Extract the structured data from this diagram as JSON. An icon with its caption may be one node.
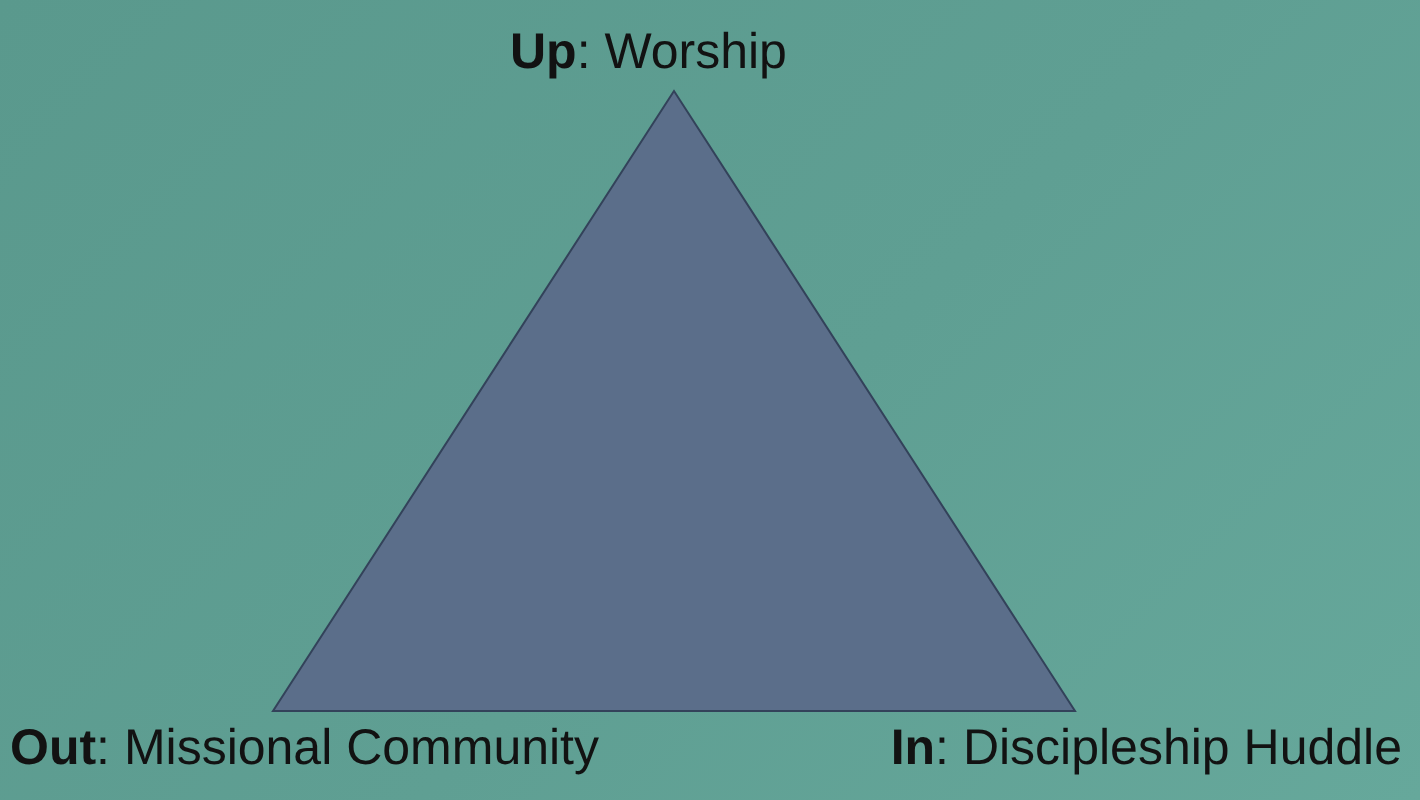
{
  "diagram": {
    "nodes": [
      {
        "text": [],
        "shape": "triangle",
        "beside": [
          "**Up**: Worship",
          "**Out**: Missional Community",
          "**In**: Discipleship Huddle"
        ]
      }
    ]
  }
}
